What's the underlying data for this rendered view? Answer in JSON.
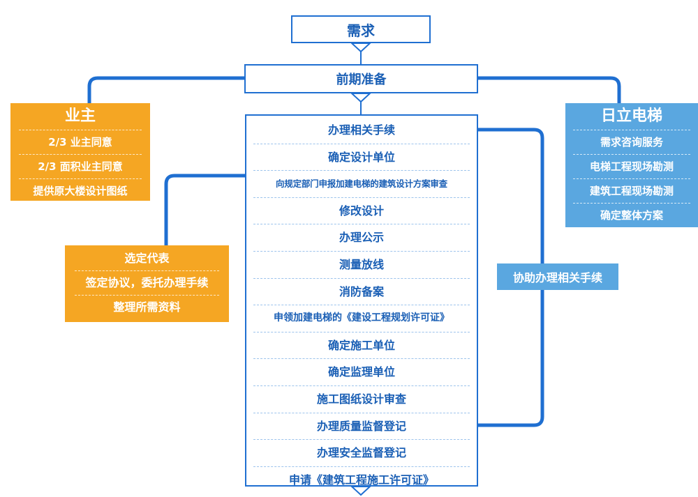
{
  "top": {
    "demand": "需求",
    "prep": "前期准备"
  },
  "owner": {
    "title": "业主",
    "items": [
      "2/3 业主同意",
      "2/3 面积业主同意",
      "提供原大楼设计图纸"
    ]
  },
  "rep": {
    "items": [
      "选定代表",
      "签定协议，委托办理手续",
      "整理所需资料"
    ]
  },
  "hitachi": {
    "title": "日立电梯",
    "items": [
      "需求咨询服务",
      "电梯工程现场勘测",
      "建筑工程现场勘测",
      "确定整体方案"
    ]
  },
  "assist": "协助办理相关手续",
  "steps": [
    "办理相关手续",
    "确定设计单位",
    "向规定部门申报加建电梯的建筑设计方案审查",
    "修改设计",
    "办理公示",
    "测量放线",
    "消防备案",
    "申领加建电梯的《建设工程规划许可证》",
    "确定施工单位",
    "确定监理单位",
    "施工图纸设计审查",
    "办理质量监督登记",
    "办理安全监督登记",
    "申请《建筑工程施工许可证》"
  ],
  "colors": {
    "primary": "#1f6fd1",
    "orange": "#f5a623",
    "light_blue": "#5aa7e0"
  }
}
